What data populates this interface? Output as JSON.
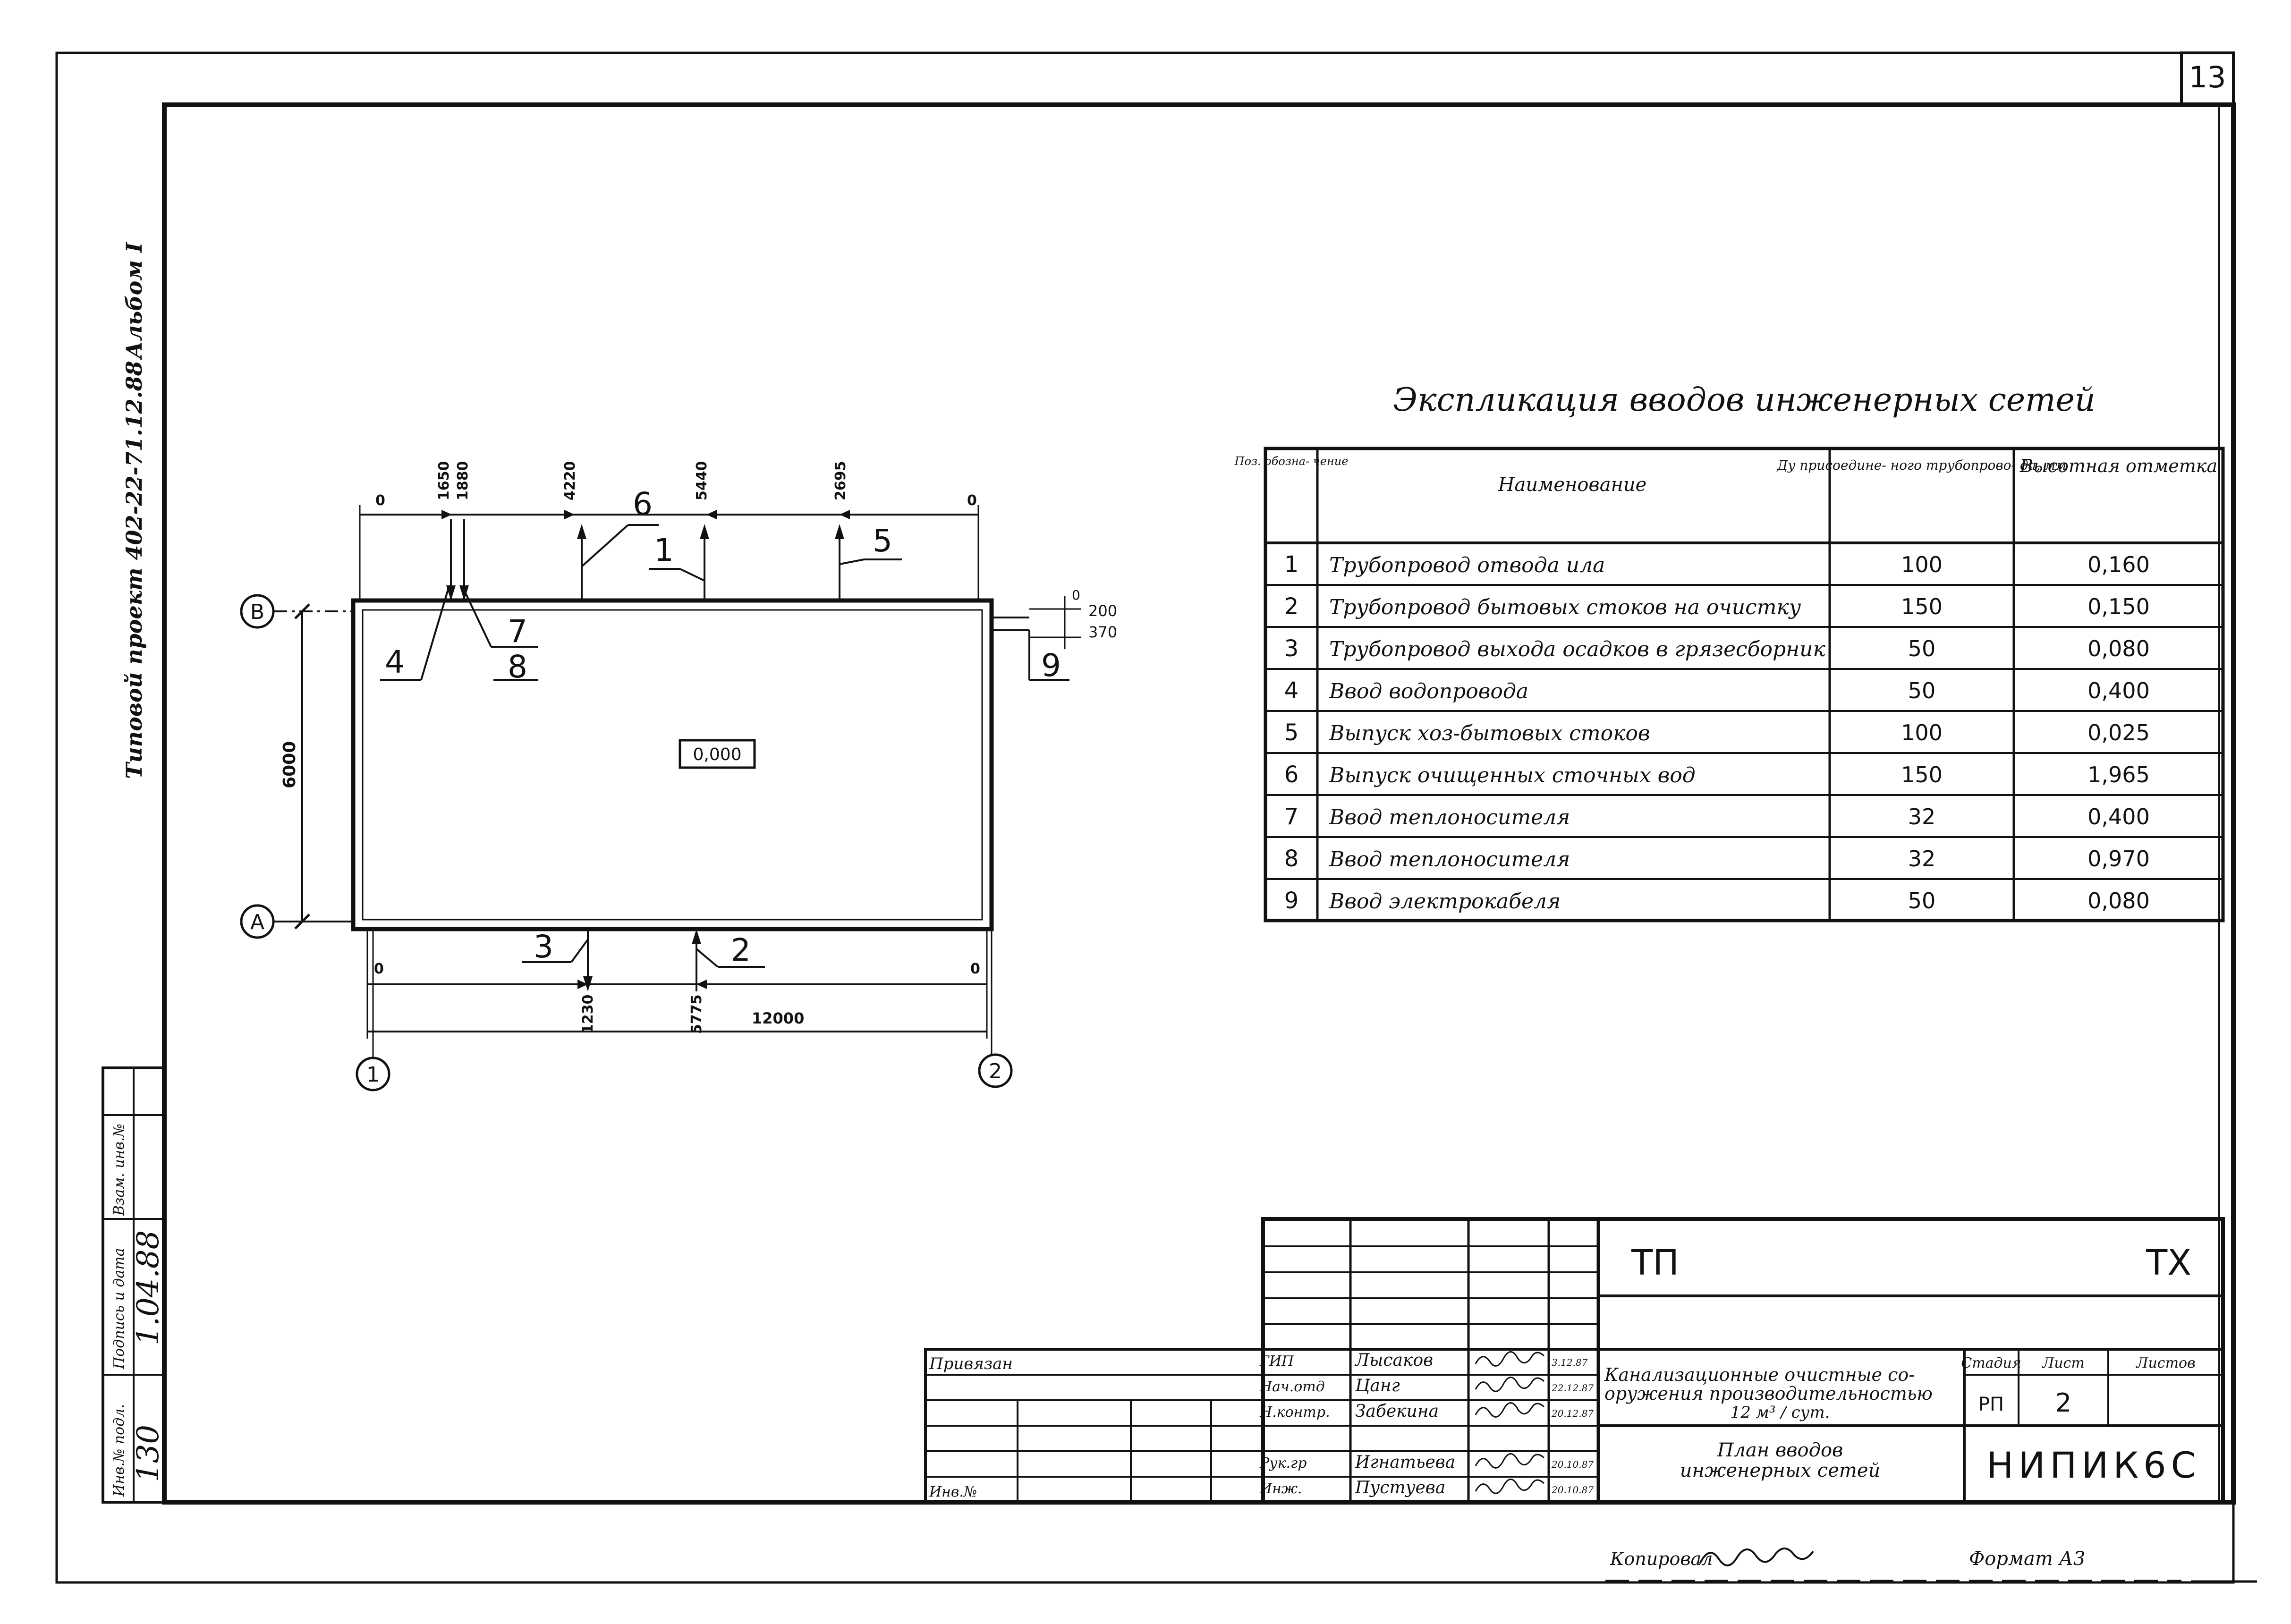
{
  "sheet": {
    "page_number": "13",
    "format_label": "Формат А3",
    "copied_label": "Копировал"
  },
  "side_strip": {
    "project": "Типовой проект 402-22-71.12.88",
    "album": "Альбом I",
    "stamp_headers": [
      "Инв.№ подл.",
      "Подпись и дата",
      "Взам. инв.№"
    ],
    "stamp_values": [
      "130",
      "1.04.88",
      ""
    ]
  },
  "plan": {
    "axes": {
      "rows": [
        "В",
        "А"
      ],
      "cols": [
        "1",
        "2"
      ]
    },
    "top_dims": [
      "0",
      "1650",
      "1880",
      "4220",
      "5440",
      "2695",
      "0"
    ],
    "bottom_dims": [
      "0",
      "1230",
      "5775",
      "0"
    ],
    "overall_width": "12000",
    "overall_height": "6000",
    "right_dims": [
      "0",
      "200",
      "370"
    ],
    "floor_mark": "0,000",
    "callouts": [
      "1",
      "2",
      "3",
      "4",
      "5",
      "6",
      "7",
      "8",
      "9"
    ]
  },
  "table": {
    "title": "Экспликация вводов инженерных сетей",
    "headers": [
      "Поз. обозна- чение",
      "Наименование",
      "Ду присоедине- ного трубопрово- да, мм",
      "Высотная отметка"
    ],
    "rows": [
      {
        "pos": "1",
        "name": "Трубопровод отвода ила",
        "du": "100",
        "mark": "0,160"
      },
      {
        "pos": "2",
        "name": "Трубопровод бытовых стоков на очистку",
        "du": "150",
        "mark": "0,150"
      },
      {
        "pos": "3",
        "name": "Трубопровод выхода осадков в грязесборник",
        "du": "50",
        "mark": "0,080"
      },
      {
        "pos": "4",
        "name": "Ввод водопровода",
        "du": "50",
        "mark": "0,400"
      },
      {
        "pos": "5",
        "name": "Выпуск хоз-бытовых стоков",
        "du": "100",
        "mark": "0,025"
      },
      {
        "pos": "6",
        "name": "Выпуск очищенных сточных вод",
        "du": "150",
        "mark": "1,965"
      },
      {
        "pos": "7",
        "name": "Ввод теплоносителя",
        "du": "32",
        "mark": "0,400"
      },
      {
        "pos": "8",
        "name": "Ввод теплоносителя",
        "du": "32",
        "mark": "0,970"
      },
      {
        "pos": "9",
        "name": "Ввод электрокабеля",
        "du": "50",
        "mark": "0,080"
      }
    ]
  },
  "title_block": {
    "tp": "ТП",
    "tx": "ТХ",
    "bound_label": "Привязан",
    "inv_label": "Инв.№",
    "staff": [
      {
        "role": "ГИП",
        "name": "Лысаков",
        "date": "3.12.87"
      },
      {
        "role": "Нач.отд",
        "name": "Цанг",
        "date": "22.12.87"
      },
      {
        "role": "Н.контр.",
        "name": "Забекина",
        "date": "20.12.87"
      },
      {
        "role": "Рук.гр",
        "name": "Игнатьева",
        "date": "20.10.87"
      },
      {
        "role": "Инж.",
        "name": "Пустуева",
        "date": "20.10.87"
      }
    ],
    "project_name": [
      "Канализационные очистные со-",
      "оружения производительностью",
      "12 м³ / сут."
    ],
    "sheet_name": [
      "План вводов",
      "инженерных сетей"
    ],
    "stage_label": "Стадия",
    "sheet_label": "Лист",
    "sheets_label": "Листов",
    "stage": "РП",
    "sheet": "2",
    "sheets": "",
    "org": "НИПИК6С"
  }
}
